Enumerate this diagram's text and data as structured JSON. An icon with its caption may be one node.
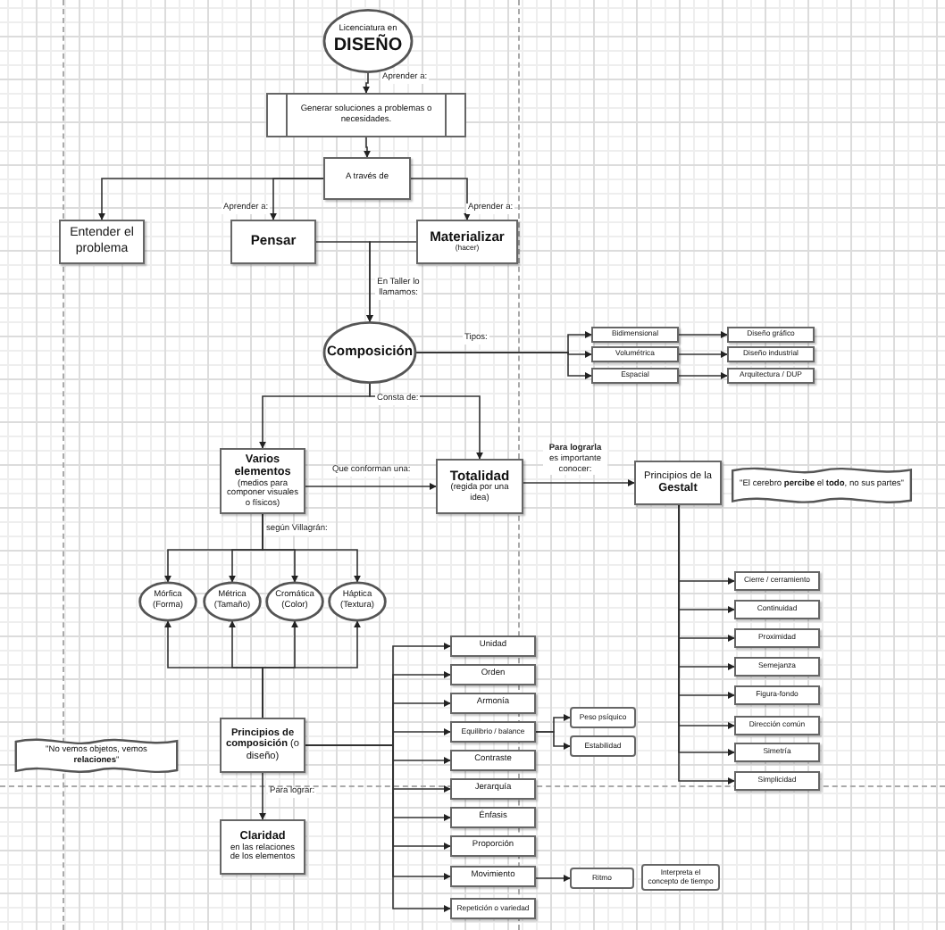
{
  "diagram": {
    "nodes": [
      {
        "text": [
          "Licenciatura en",
          "DISEÑO"
        ]
      },
      {
        "text": [
          "Generar soluciones a problemas o necesidades."
        ]
      },
      {
        "text": [
          "A través de"
        ]
      },
      {
        "text": [
          "Entender el problema"
        ]
      },
      {
        "text": [
          "Pensar"
        ]
      },
      {
        "text": [
          "Materializar",
          "(hacer)"
        ]
      },
      {
        "text": [
          "Composición"
        ]
      },
      {
        "text": [
          "Bidimensional"
        ]
      },
      {
        "text": [
          "Diseño gráfico"
        ]
      },
      {
        "text": [
          "Volumétrica"
        ]
      },
      {
        "text": [
          "Diseño industrial"
        ]
      },
      {
        "text": [
          "Espacial"
        ]
      },
      {
        "text": [
          "Arquitectura / DUP"
        ]
      },
      {
        "text": [
          "Varios elementos",
          "(medios para componer visuales o físicos)"
        ]
      },
      {
        "text": [
          "Totalidad",
          "(regida por una idea)"
        ]
      },
      {
        "text": [
          "Principios de la",
          "Gestalt"
        ]
      },
      {
        "text": [
          "\"El cerebro **percibe** el **todo**, no sus partes\""
        ]
      },
      {
        "text": [
          "Mórfica (Forma)"
        ]
      },
      {
        "text": [
          "Métrica (Tamaño)"
        ]
      },
      {
        "text": [
          "Cromática (Color)"
        ]
      },
      {
        "text": [
          "Háptica (Textura)"
        ]
      },
      {
        "text": [
          "\"No vemos objetos, vemos **relaciones**\""
        ]
      },
      {
        "text": [
          "**Principios de composición** (o diseño)"
        ]
      },
      {
        "text": [
          "Claridad",
          "en las relaciones de los elementos"
        ]
      },
      {
        "text": [
          "Unidad"
        ]
      },
      {
        "text": [
          "Orden"
        ]
      },
      {
        "text": [
          "Armonía"
        ]
      },
      {
        "text": [
          "Equilibrio / balance"
        ]
      },
      {
        "text": [
          "Contraste"
        ]
      },
      {
        "text": [
          "Jerarquía"
        ]
      },
      {
        "text": [
          "Énfasis"
        ]
      },
      {
        "text": [
          "Proporción"
        ]
      },
      {
        "text": [
          "Movimiento"
        ]
      },
      {
        "text": [
          "Repetición o variedad"
        ]
      },
      {
        "text": [
          "Peso psíquico"
        ]
      },
      {
        "text": [
          "Estabilidad"
        ]
      },
      {
        "text": [
          "Ritmo"
        ]
      },
      {
        "text": [
          "Interpreta el concepto de tiempo"
        ]
      },
      {
        "text": [
          "Cierre / cerramiento"
        ]
      },
      {
        "text": [
          "Continuidad"
        ]
      },
      {
        "text": [
          "Proximidad"
        ]
      },
      {
        "text": [
          "Semejanza"
        ]
      },
      {
        "text": [
          "Figura-fondo"
        ]
      },
      {
        "text": [
          "Dirección común"
        ]
      },
      {
        "text": [
          "Simetría"
        ]
      },
      {
        "text": [
          "Simplicidad"
        ]
      }
    ],
    "edges": [
      {
        "from": 0,
        "to": 1,
        "arrow": "to",
        "label": "Aprender a:"
      },
      {
        "from": 1,
        "to": 2,
        "arrow": "to"
      },
      {
        "from": 2,
        "to": 3,
        "arrow": "to"
      },
      {
        "from": 2,
        "to": 4,
        "arrow": "to",
        "label": "Aprender a:"
      },
      {
        "from": 2,
        "to": 5,
        "arrow": "to",
        "label": "Aprender a:"
      },
      {
        "from": 4,
        "to": 6,
        "arrow": "to",
        "label": "En Taller lo llamamos:"
      },
      {
        "from": 5,
        "to": 6,
        "arrow": "to"
      },
      {
        "from": 6,
        "to": 7,
        "arrow": "to"
      },
      {
        "from": 6,
        "to": 9,
        "arrow": "to",
        "label": "Tipos:"
      },
      {
        "from": 6,
        "to": 11,
        "arrow": "to"
      },
      {
        "from": 7,
        "to": 8,
        "arrow": "to"
      },
      {
        "from": 9,
        "to": 10,
        "arrow": "to"
      },
      {
        "from": 11,
        "to": 12,
        "arrow": "to"
      },
      {
        "from": 6,
        "to": 13,
        "arrow": "to",
        "label": "Consta de:"
      },
      {
        "from": 6,
        "to": 14,
        "arrow": "to"
      },
      {
        "from": 13,
        "to": 14,
        "arrow": "to",
        "label": "Que conforman una:"
      },
      {
        "from": 14,
        "to": 15,
        "arrow": "to",
        "label": "**Para lograrla** es importante conocer:"
      },
      {
        "from": 13,
        "to": 17,
        "arrow": "to",
        "label": "según Villagrán:"
      },
      {
        "from": 13,
        "to": 18,
        "arrow": "to"
      },
      {
        "from": 13,
        "to": 19,
        "arrow": "to"
      },
      {
        "from": 13,
        "to": 20,
        "arrow": "to"
      },
      {
        "from": 22,
        "to": 17,
        "arrow": "to"
      },
      {
        "from": 22,
        "to": 18,
        "arrow": "to"
      },
      {
        "from": 22,
        "to": 19,
        "arrow": "to"
      },
      {
        "from": 22,
        "to": 20,
        "arrow": "to"
      },
      {
        "from": 22,
        "to": 23,
        "arrow": "to",
        "label": "Para lograr:"
      },
      {
        "from": 22,
        "to": 24,
        "arrow": "to"
      },
      {
        "from": 22,
        "to": 25,
        "arrow": "to"
      },
      {
        "from": 22,
        "to": 26,
        "arrow": "to"
      },
      {
        "from": 22,
        "to": 27,
        "arrow": "to"
      },
      {
        "from": 22,
        "to": 28,
        "arrow": "to"
      },
      {
        "from": 22,
        "to": 29,
        "arrow": "to"
      },
      {
        "from": 22,
        "to": 30,
        "arrow": "to"
      },
      {
        "from": 22,
        "to": 31,
        "arrow": "to"
      },
      {
        "from": 22,
        "to": 32,
        "arrow": "to"
      },
      {
        "from": 22,
        "to": 33,
        "arrow": "to"
      },
      {
        "from": 27,
        "to": 34,
        "arrow": "to"
      },
      {
        "from": 27,
        "to": 35,
        "arrow": "to"
      },
      {
        "from": 32,
        "to": 36,
        "arrow": "to"
      },
      {
        "from": 15,
        "to": 38,
        "arrow": "to"
      },
      {
        "from": 15,
        "to": 39,
        "arrow": "to"
      },
      {
        "from": 15,
        "to": 40,
        "arrow": "to"
      },
      {
        "from": 15,
        "to": 41,
        "arrow": "to"
      },
      {
        "from": 15,
        "to": 42,
        "arrow": "to"
      },
      {
        "from": 15,
        "to": 43,
        "arrow": "to"
      },
      {
        "from": 15,
        "to": 44,
        "arrow": "to"
      },
      {
        "from": 15,
        "to": 45,
        "arrow": "to"
      }
    ]
  }
}
